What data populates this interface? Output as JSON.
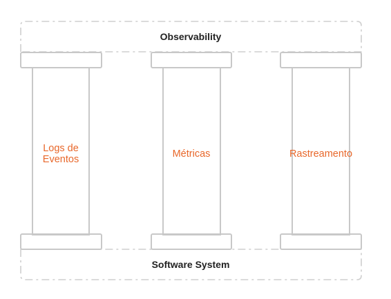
{
  "top_label": "Observability",
  "bottom_label": "Software System",
  "pillars": [
    {
      "label": "Logs de\nEventos"
    },
    {
      "label": "Métricas"
    },
    {
      "label": "Rastreamento"
    }
  ],
  "colors": {
    "pillar_text": "#e8672a",
    "outline": "#c8c8c8",
    "title_text": "#222222"
  }
}
